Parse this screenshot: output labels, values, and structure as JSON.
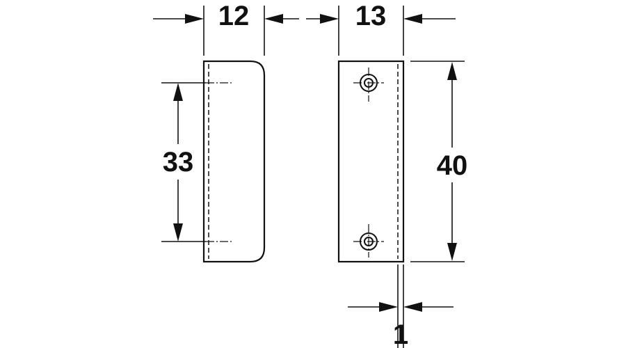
{
  "dimensions": {
    "left_part_width": "12",
    "right_part_width": "13",
    "hole_spacing": "33",
    "right_part_height": "40",
    "offset": "1"
  },
  "colors": {
    "line": "#111111",
    "background": "#ffffff"
  }
}
